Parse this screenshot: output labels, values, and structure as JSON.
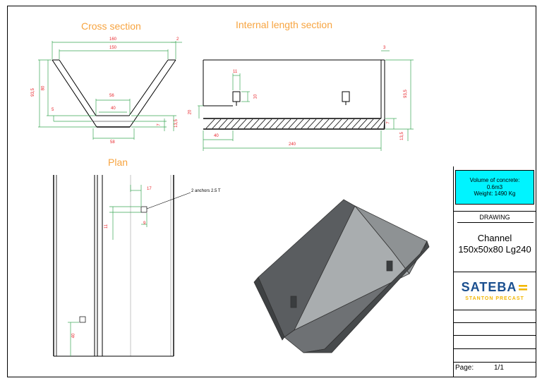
{
  "titles": {
    "cross_section": "Cross section",
    "internal_length_section": "Internal length section",
    "plan": "Plan"
  },
  "cross_dims": {
    "d160": "160",
    "d150": "150",
    "d2": "2",
    "d93_5": "93,5",
    "d80": "80",
    "d56": "56",
    "d40": "40",
    "d5": "5",
    "d7": "7",
    "d13_5": "13,5",
    "d58": "58"
  },
  "length_dims": {
    "d3": "3",
    "d11": "11",
    "d10": "10",
    "d20": "20",
    "d40": "40",
    "d240": "240",
    "d93_5": "93,5",
    "d7": "7",
    "d13_5": "13,5"
  },
  "plan_dims": {
    "d17": "17",
    "d11": "11",
    "d9": "9",
    "d40": "40",
    "anchors": "2 anchors 2.5 T"
  },
  "title_block": {
    "volume_line1": "Volume of concrete:",
    "volume_line2": "0.6m3",
    "weight": "Weight: 1490 Kg",
    "drawing_label": "DRAWING",
    "name_line1": "Channel",
    "name_line2": "150x50x80 Lg240",
    "brand": "SATEBA",
    "brand_sub": "STANTON PRECAST",
    "page_label": "Page:",
    "page_value": "1/1"
  },
  "colors": {
    "title_orange": "#f7a440",
    "dimension_red": "#e8242a",
    "dimension_green": "#3aa655",
    "highlight_cyan": "#00f4ff",
    "brand_blue": "#1a4f8f",
    "brand_yellow": "#f2b705"
  }
}
